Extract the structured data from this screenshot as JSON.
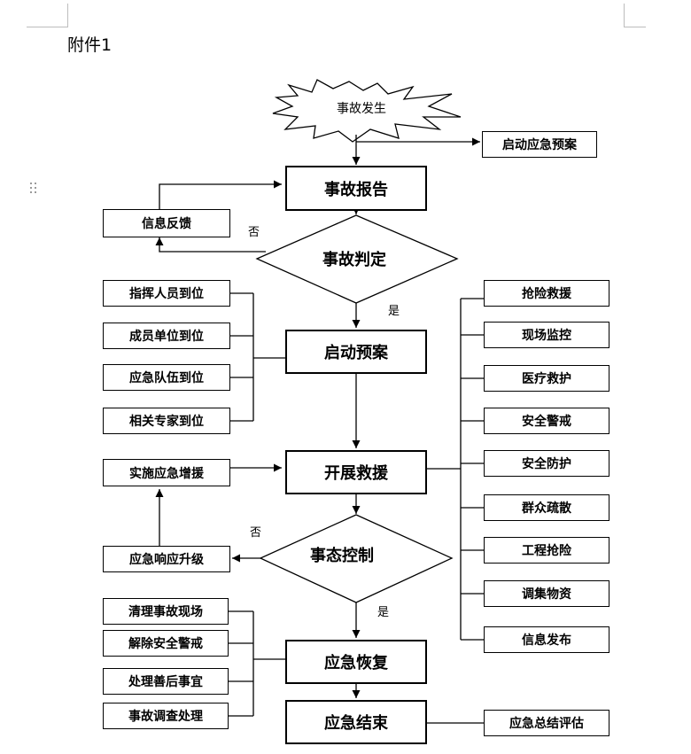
{
  "document": {
    "attachment_label": "附件1"
  },
  "flowchart": {
    "start": "事故发生",
    "launch_plan_notice": "启动应急预案",
    "report": "事故报告",
    "judge": "事故判定",
    "feedback": "信息反馈",
    "no_label_1": "否",
    "yes_label_1": "是",
    "start_plan": "启动预案",
    "left_arrivals": [
      "指挥人员到位",
      "成员单位到位",
      "应急队伍到位",
      "相关专家到位"
    ],
    "rescue": "开展救援",
    "reinforce": "实施应急增援",
    "control": "事态控制",
    "no_label_2": "否",
    "yes_label_2": "是",
    "upgrade": "应急响应升级",
    "right_actions": [
      "抢险救援",
      "现场监控",
      "医疗救护",
      "安全警戒",
      "安全防护",
      "群众疏散",
      "工程抢险",
      "调集物资",
      "信息发布"
    ],
    "recovery": "应急恢复",
    "recovery_tasks": [
      "清理事故现场",
      "解除安全警戒",
      "处理善后事宜",
      "事故调查处理"
    ],
    "end": "应急结束",
    "summary": "应急总结评估"
  }
}
